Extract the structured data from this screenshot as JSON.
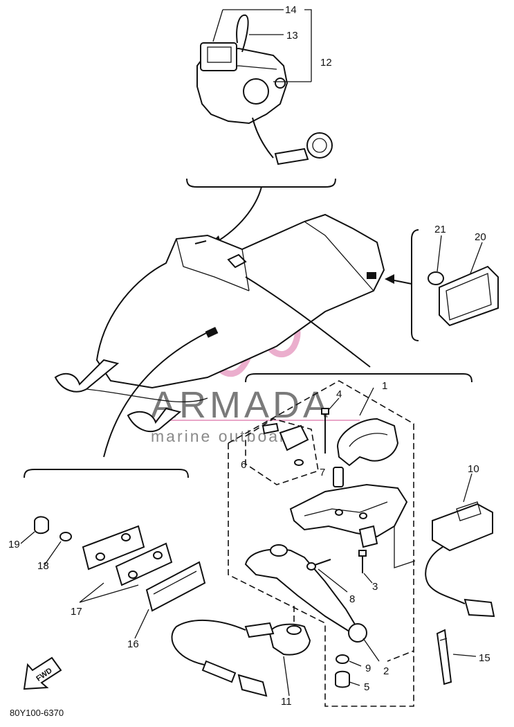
{
  "diagram_code": "80Y100-6370",
  "fwd_label": "FWD",
  "watermark": {
    "title": "ARMADA",
    "subtitle": "marine outboards",
    "logo_color": "#e9a6c8"
  },
  "part_labels": {
    "p1": "1",
    "p2": "2",
    "p3": "3",
    "p4": "4",
    "p5": "5",
    "p6": "6",
    "p7": "7",
    "p8": "8",
    "p9": "9",
    "p10": "10",
    "p11": "11",
    "p12": "12",
    "p13": "13",
    "p14": "14",
    "p15": "15",
    "p16": "16",
    "p17": "17",
    "p18": "18",
    "p19": "19",
    "p20": "20",
    "p21": "21"
  }
}
